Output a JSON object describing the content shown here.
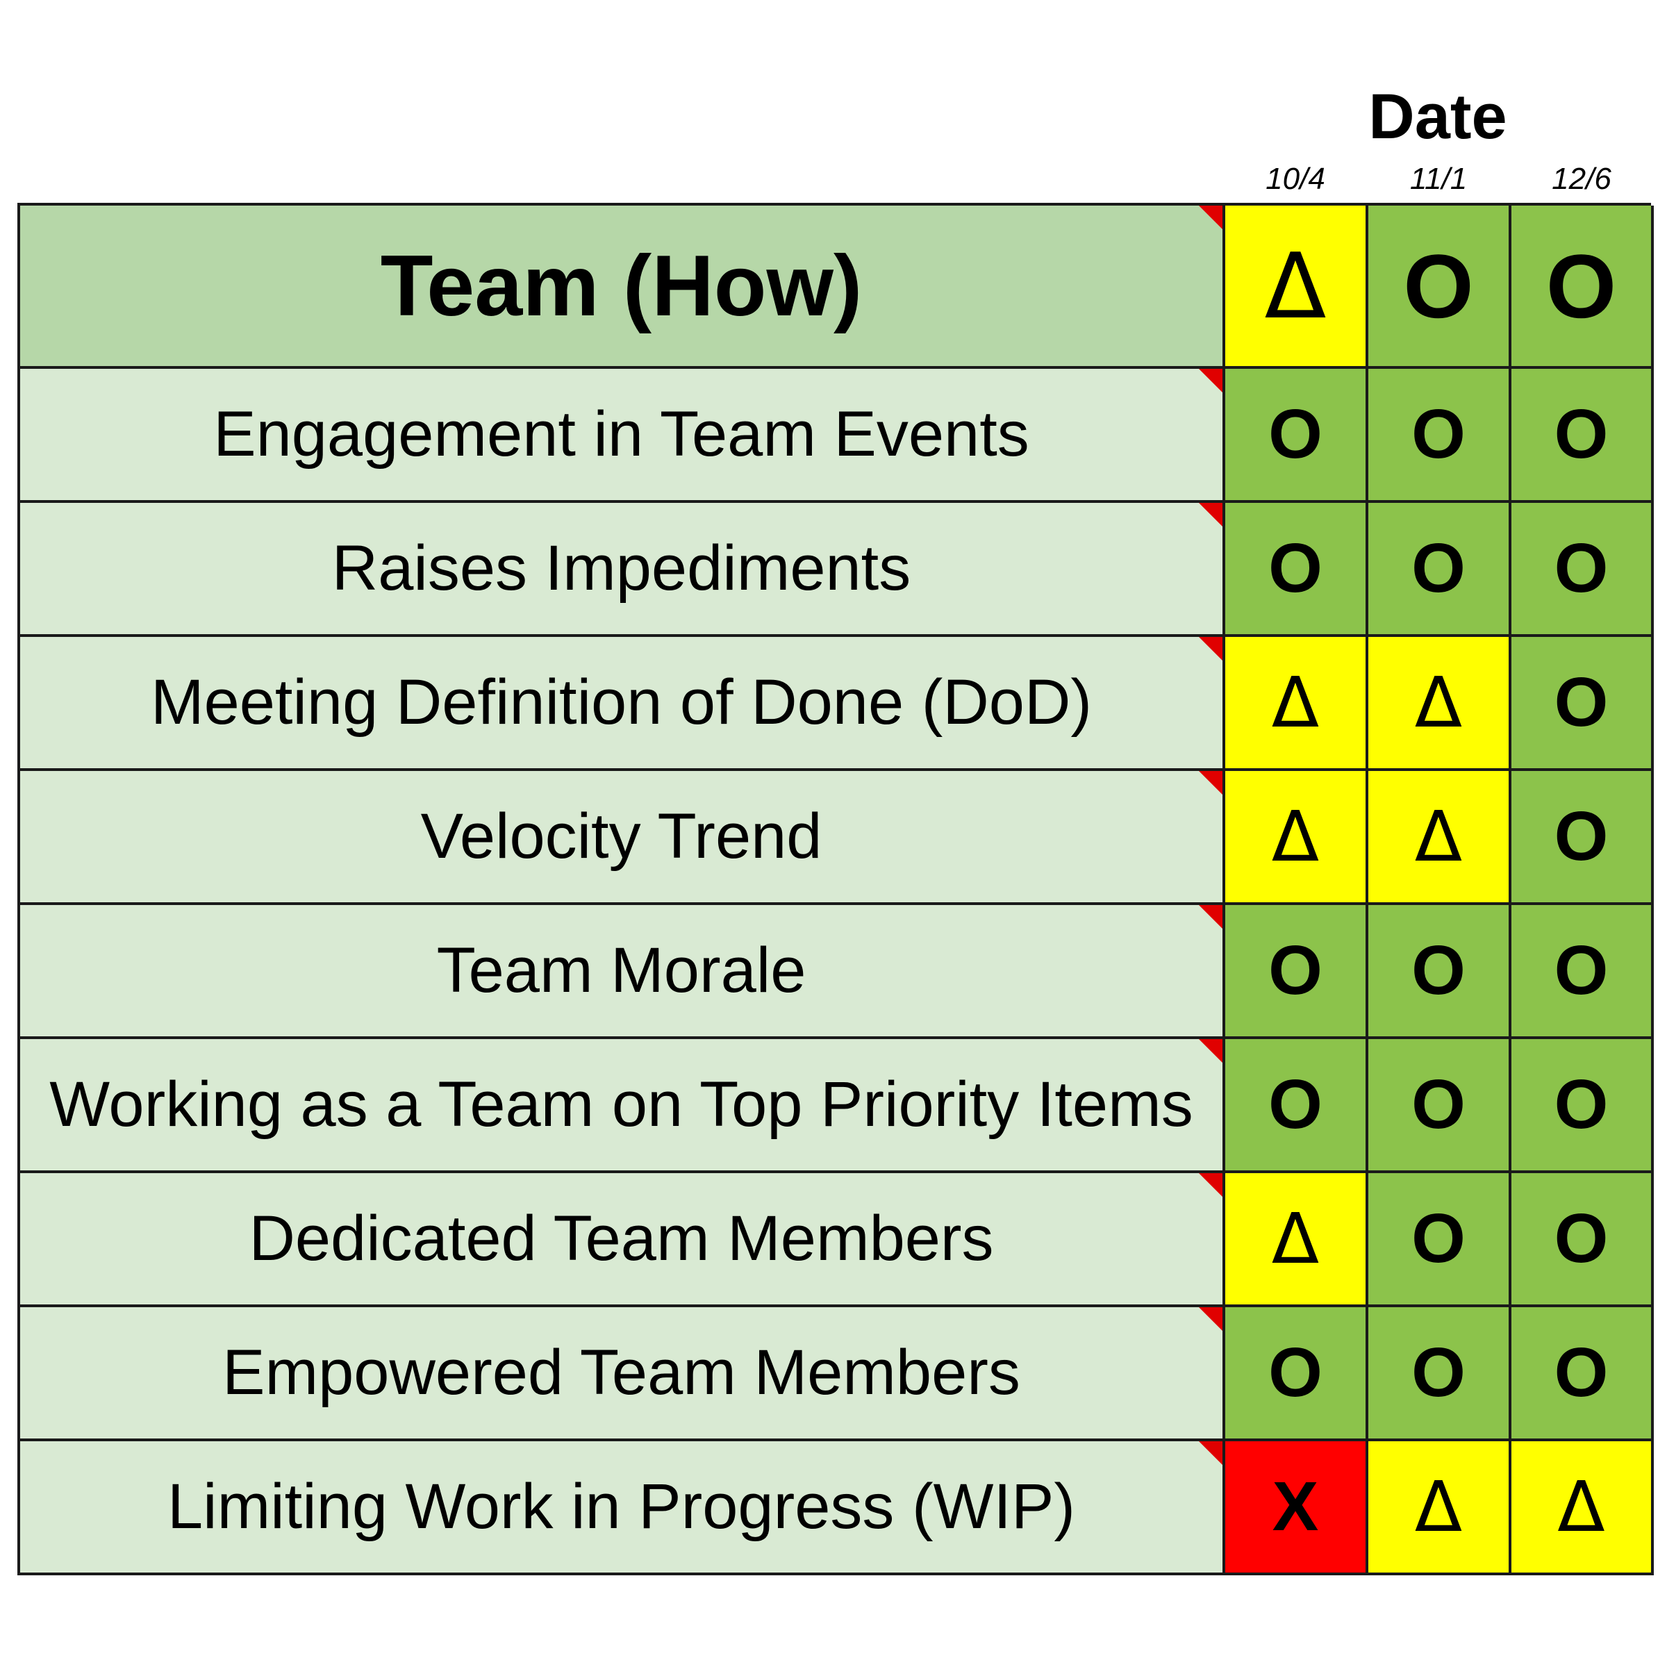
{
  "header": {
    "date_label": "Date",
    "dates": [
      "10/4",
      "11/1",
      "12/6"
    ]
  },
  "colors": {
    "green": "#8cc34b",
    "yellow": "#ffff00",
    "red": "#ff0000",
    "header_bg": "#b6d7a8",
    "row_bg": "#d9ead3"
  },
  "table": {
    "title": "Team (How)",
    "title_status": [
      "Δ",
      "O",
      "O"
    ],
    "rows": [
      {
        "label": "Engagement in Team Events",
        "status": [
          "O",
          "O",
          "O"
        ]
      },
      {
        "label": "Raises Impediments",
        "status": [
          "O",
          "O",
          "O"
        ]
      },
      {
        "label": "Meeting Definition of Done (DoD)",
        "status": [
          "Δ",
          "Δ",
          "O"
        ]
      },
      {
        "label": "Velocity Trend",
        "status": [
          "Δ",
          "Δ",
          "O"
        ]
      },
      {
        "label": "Team Morale",
        "status": [
          "O",
          "O",
          "O"
        ]
      },
      {
        "label": "Working as a Team on Top Priority Items",
        "status": [
          "O",
          "O",
          "O"
        ]
      },
      {
        "label": "Dedicated Team Members",
        "status": [
          "Δ",
          "O",
          "O"
        ]
      },
      {
        "label": "Empowered Team Members",
        "status": [
          "O",
          "O",
          "O"
        ]
      },
      {
        "label": "Limiting Work in Progress (WIP)",
        "status": [
          "X",
          "Δ",
          "Δ"
        ]
      }
    ]
  }
}
